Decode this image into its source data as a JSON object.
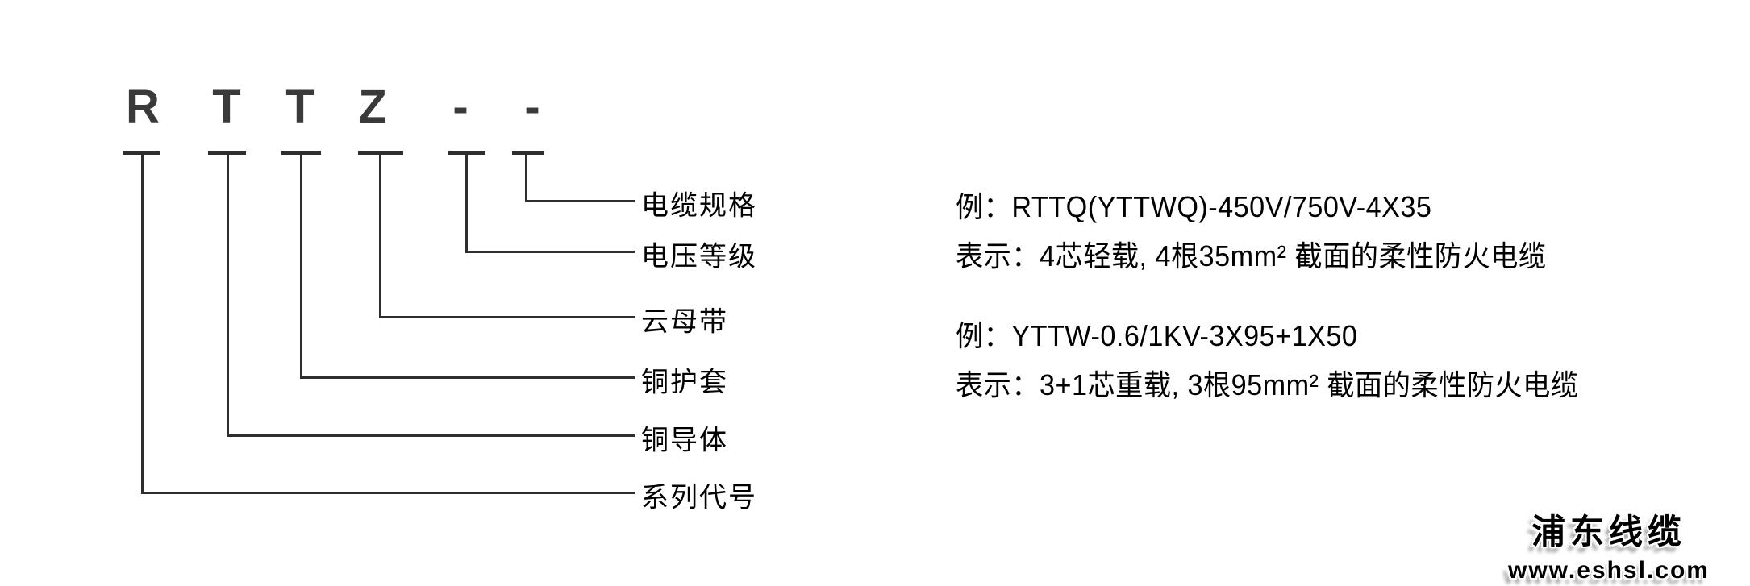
{
  "diagram": {
    "code_letters": [
      "R",
      "T",
      "T",
      "Z",
      "-",
      "-"
    ],
    "rows": [
      {
        "label": "电缆规格"
      },
      {
        "label": "电压等级"
      },
      {
        "label": "云母带"
      },
      {
        "label": "铜护套"
      },
      {
        "label": "铜导体"
      },
      {
        "label": "系列代号"
      }
    ]
  },
  "examples": [
    {
      "example": "例：RTTQ(YTTWQ)-450V/750V-4X35",
      "meaning": "表示：4芯轻载, 4根35mm² 截面的柔性防火电缆"
    },
    {
      "example": "例：YTTW-0.6/1KV-3X95+1X50",
      "meaning": "表示：3+1芯重载, 3根95mm² 截面的柔性防火电缆"
    }
  ],
  "watermark": {
    "brand": "浦东线缆",
    "url": "www.eshsl.com"
  },
  "colors": {
    "line": "#2e2e2e",
    "letter": "#3a3a3a",
    "text": "#000000",
    "background": "#ffffff"
  }
}
